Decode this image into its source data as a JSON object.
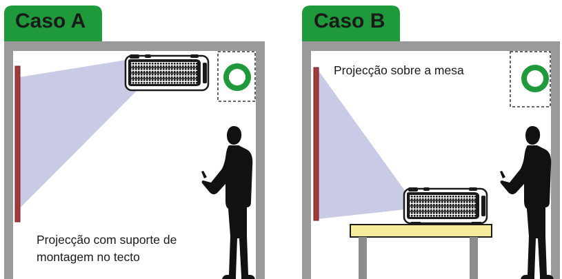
{
  "panels": [
    {
      "id": "case-a",
      "tab_title": "Caso A",
      "caption_lines": [
        "Projecção com suporte de",
        "montagem no tecto"
      ],
      "correct_mark": "green-circle-icon"
    },
    {
      "id": "case-b",
      "tab_title": "Caso B",
      "caption_lines": [
        "Projecção sobre a mesa"
      ],
      "correct_mark": "green-circle-icon"
    }
  ],
  "colors": {
    "tab_green": "#1f9a3a",
    "wall_gray": "#9a9a9a",
    "screen_red": "#a8373a",
    "beam": "#c9cbe6",
    "table_top": "#f6ec9c",
    "table_legs": "#8c8c8c",
    "person": "#111111",
    "ok_green": "#1f9a3a"
  }
}
